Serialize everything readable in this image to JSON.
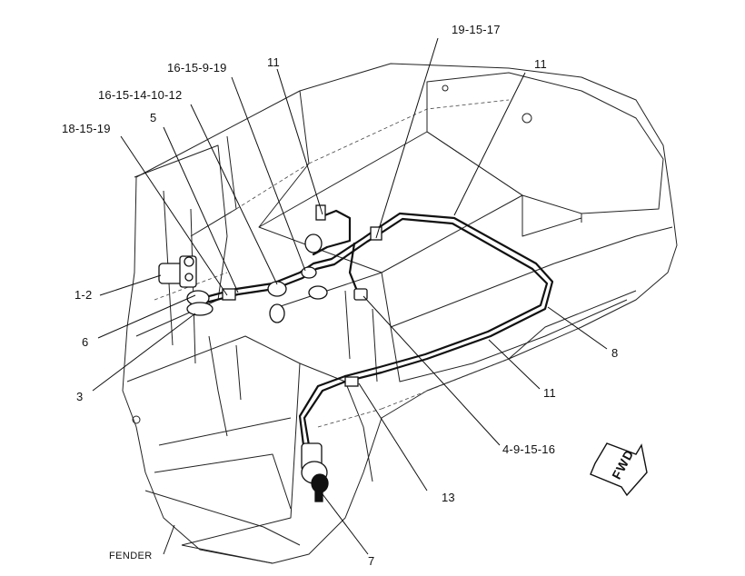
{
  "callouts": {
    "c_19_15_17": "19-15-17",
    "c_11_top_right": "11",
    "c_16_15_9_19": "16-15-9-19",
    "c_11_top": "11",
    "c_16_15_14_10_12": "16-15-14-10-12",
    "c_5": "5",
    "c_18_15_19": "18-15-19",
    "c_1_2": "1-2",
    "c_6": "6",
    "c_3": "3",
    "c_8": "8",
    "c_11_right": "11",
    "c_4_9_15_16": "4-9-15-16",
    "c_13": "13",
    "c_7": "7",
    "fender": "FENDER",
    "fwd": "FWD"
  }
}
